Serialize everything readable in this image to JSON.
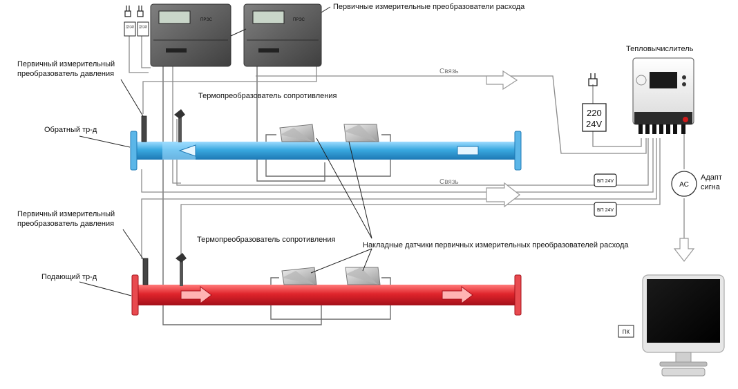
{
  "labels": {
    "flow_transducers": "Первичные измерительные преобразователи расхода",
    "heat_calculator": "Тепловычислитель",
    "pressure_transducer_1_line1": "Первичный измерительный",
    "pressure_transducer_1_line2": "преобразователь давления",
    "pressure_transducer_2_line1": "Первичный измерительный",
    "pressure_transducer_2_line2": "преобразователь давления",
    "thermo_transducer_1": "Термопреобразователь сопротивления",
    "thermo_transducer_2": "Термопреобразователь сопротивления",
    "return_pipe": "Обратный тр-д",
    "supply_pipe": "Подающий тр-д",
    "clamp_on_sensors": "Накладные датчики первичных измерительных преобразователей расхода",
    "link_1": "Связь",
    "link_2": "Связь",
    "adapter_partial_1": "Адапт",
    "adapter_partial_2": "сигна",
    "pc": "ПК"
  },
  "devices": {
    "power_plug_1": "220 24V",
    "power_plug_2": "220 24V",
    "calculator_power_line1": "220",
    "calculator_power_line2": "24V",
    "psu_1": "БП 24V",
    "psu_2": "БП 24V",
    "adapter": "АС"
  },
  "colors": {
    "return_pipe": "#3aa9e0",
    "supply_pipe": "#e0242b",
    "device_body": "#5e5e5e",
    "wire": "#8a8a8a"
  }
}
